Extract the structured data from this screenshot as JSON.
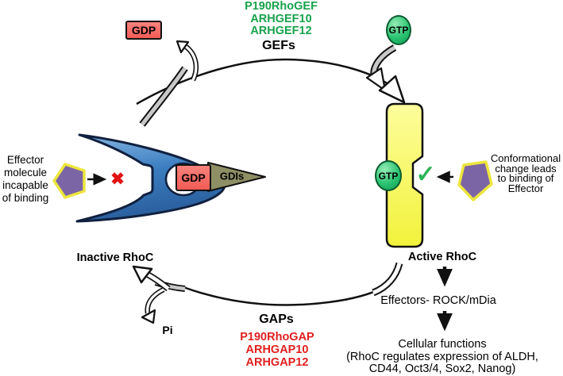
{
  "gef": {
    "label": "GEFs",
    "enzymes": [
      "P190RhoGEF",
      "ARHGEF10",
      "ARHGEF12"
    ]
  },
  "gap": {
    "label": "GAPs",
    "enzymes": [
      "P190RhoGAP",
      "ARHGAP10",
      "ARHGAP12"
    ]
  },
  "nucleotides": {
    "gdp_released": "GDP",
    "gtp_free": "GTP",
    "gdp_bound": "GDP",
    "gtp_bound": "GTP",
    "phosphate": "Pi"
  },
  "gdi_label": "GDIs",
  "states": {
    "inactive": "Inactive RhoC",
    "active": "Active RhoC"
  },
  "left_note": {
    "lines": [
      "Effector",
      "molecule",
      "incapable",
      "of binding"
    ]
  },
  "right_note": {
    "lines": [
      "Conformational",
      "change leads",
      "to binding of",
      "Effector"
    ]
  },
  "downstream": {
    "effectors": "Effectors- ROCK/mDia",
    "cellular": [
      "Cellular functions",
      "(RhoC regulates expression of ALDH,",
      "CD44, Oct3/4, Sox2, Nanog)"
    ]
  },
  "icons": {
    "check": "✓",
    "cross": "✖"
  },
  "colors": {
    "gef_text": "#18A24C",
    "gap_text": "#E02020",
    "gdp_fill": "#F4645E",
    "gtp_fill": "#2BC473",
    "inactive_rhoc_fill": "#3B7DC0",
    "active_rhoc_fill": "#F6F64E",
    "gdi_fill": "#8F8F66",
    "effector_fill": "#7C65A5",
    "effector_outline": "#EDE63E",
    "check": "#2FB457",
    "cross": "#E21414"
  }
}
